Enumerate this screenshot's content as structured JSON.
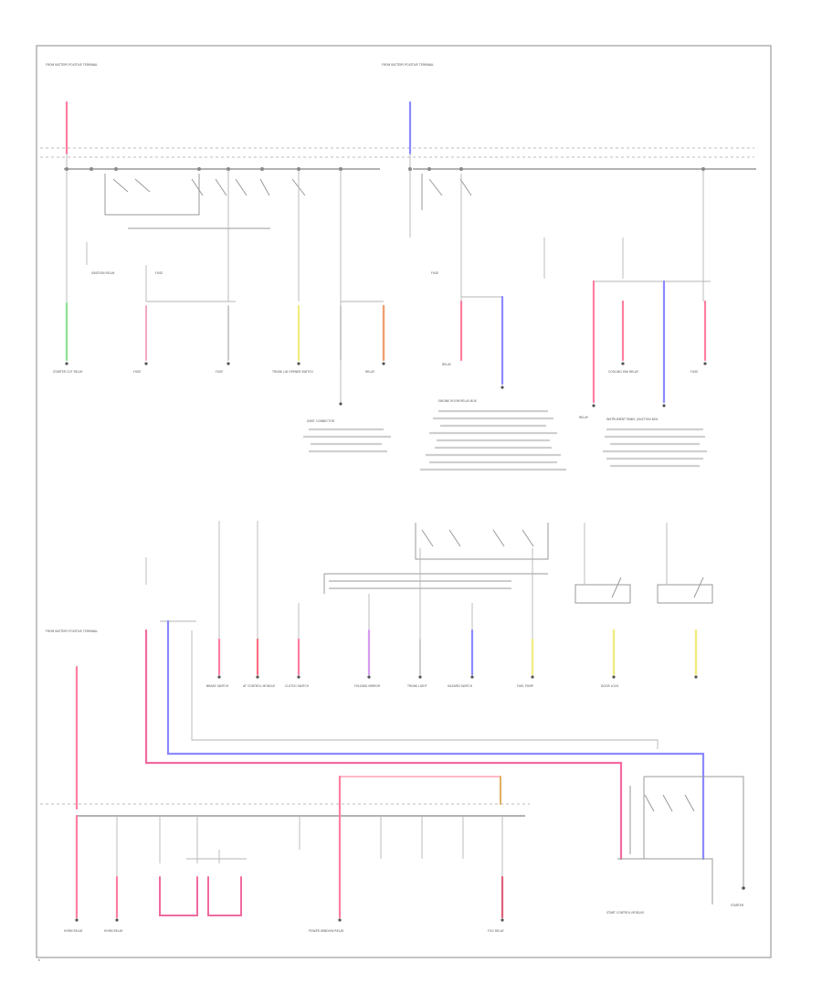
{
  "diagram": {
    "colors": {
      "red": "#ff7fa0",
      "pink": "#f06aa0",
      "blue": "#8a8aff",
      "green": "#8fe08f",
      "yellow": "#f0ec80",
      "orange": "#f0a070",
      "violet": "#d69af2",
      "gray": "#bbbbbb",
      "frame": "#aaaaaa"
    },
    "sources": [
      {
        "id": "src-left",
        "label": "FROM BATTERY POSITIVE TERMINAL"
      },
      {
        "id": "src-mid",
        "label": "FROM BATTERY POSITIVE TERMINAL"
      }
    ],
    "components": {
      "top_row": [
        "STARTER CUT RELAY",
        "FUSE",
        "FUSE",
        "TRUNK LID OPENER SWITCH",
        "RELAY",
        "IGNITION RELAY",
        "FUSE",
        "RELAY",
        "RELAY",
        "COOLING FAN RELAY",
        "FUSE",
        "FUSE"
      ],
      "mid_blocks": [
        "JOINT CONNECTOR",
        "ENGINE ROOM RELAY BOX",
        "INSTRUMENT PANEL JUNCTION BOX"
      ],
      "lower_row": [
        "BRAKE SWITCH",
        "AT CONTROL MODULE",
        "CLUTCH SWITCH",
        "FOLDING MIRROR",
        "TRUNK LIGHT",
        "HAZARD SWITCH",
        "FUEL PUMP",
        "DOOR LOCK"
      ],
      "bottom_row": [
        "HORN RELAY",
        "HORN RELAY",
        "POWER WINDOW RELAY",
        "FOG RELAY"
      ],
      "labels": [
        "STARTER",
        "START CONTROL MODULE"
      ]
    }
  }
}
